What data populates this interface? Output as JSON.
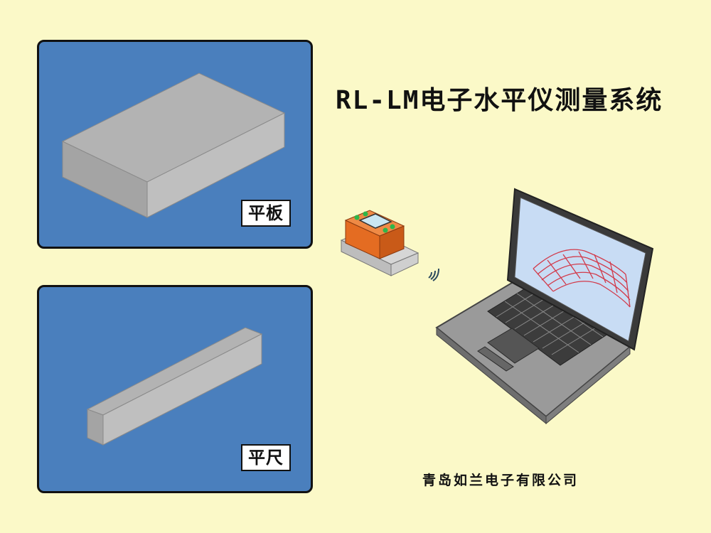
{
  "title": "RL-LM电子水平仪测量系统",
  "panels": {
    "plate": {
      "label": "平板"
    },
    "ruler": {
      "label": "平尺"
    }
  },
  "company": "青岛如兰电子有限公司",
  "icons": {
    "level_device": "electronic-level-icon",
    "wireless": "wireless-signal-icon",
    "laptop": "laptop-icon"
  },
  "colors": {
    "background": "#fbf9c8",
    "panel": "#4a7fbd",
    "device": "#e8702a",
    "surface_mesh": "#d23a4a",
    "screen": "#c8dcf4"
  }
}
